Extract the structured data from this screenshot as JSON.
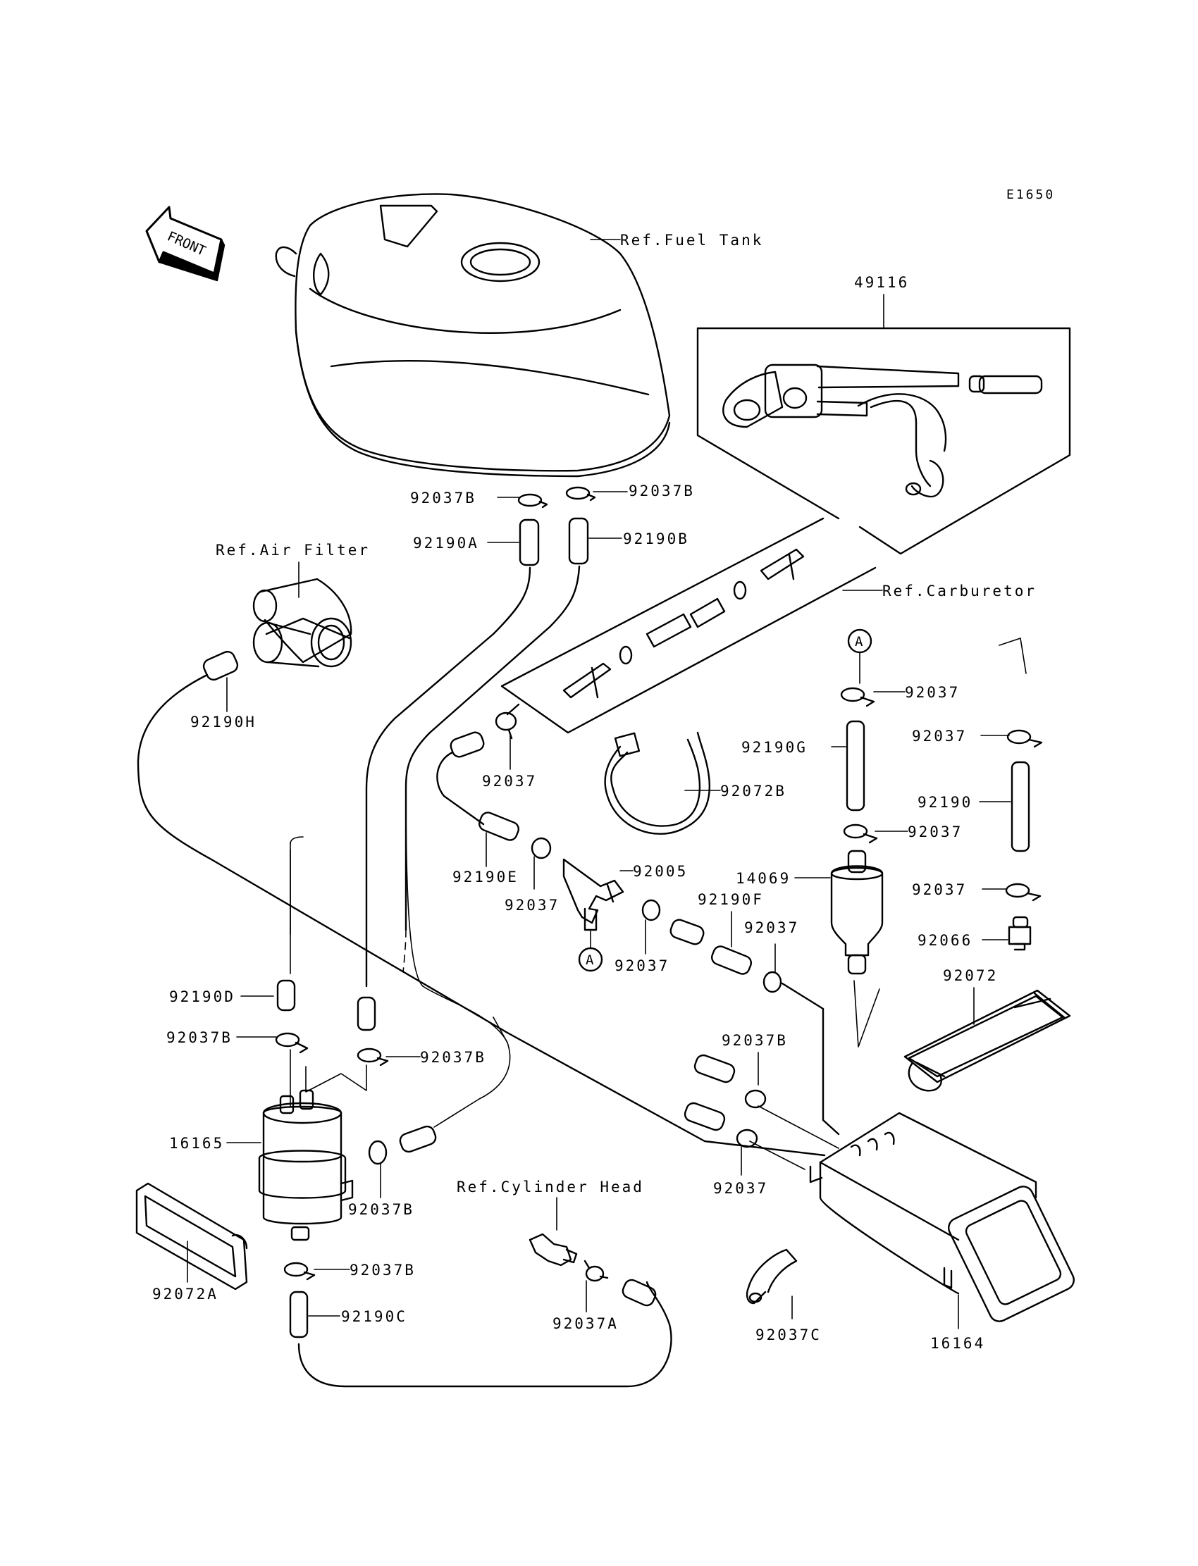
{
  "code": "E1650",
  "front": "FRONT",
  "circle_marker": "A",
  "refs": {
    "fuel_tank": "Ref.Fuel Tank",
    "air_filter": "Ref.Air Filter",
    "carburetor": "Ref.Carburetor",
    "cylinder_head": "Ref.Cylinder Head"
  },
  "labels": {
    "49116": "49116",
    "92037B_a": "92037B",
    "92037B_b": "92037B",
    "92190A": "92190A",
    "92190B": "92190B",
    "92190H": "92190H",
    "92037_a": "92037",
    "92037_b": "92037",
    "92037_c": "92037",
    "92037_d": "92037",
    "92037_e": "92037",
    "92037_f": "92037",
    "92037_g": "92037",
    "92037_h": "92037",
    "92037_i": "92037",
    "92190G": "92190G",
    "92190": "92190",
    "92072B": "92072B",
    "92190E": "92190E",
    "92005": "92005",
    "92190F": "92190F",
    "14069": "14069",
    "92066": "92066",
    "92072": "92072",
    "92190D": "92190D",
    "92037B_c": "92037B",
    "92037B_d": "92037B",
    "92037B_e": "92037B",
    "92037B_f": "92037B",
    "92037B_g": "92037B",
    "16165": "16165",
    "92072A": "92072A",
    "92190C": "92190C",
    "92037A": "92037A",
    "92037C": "92037C",
    "16164": "16164"
  }
}
